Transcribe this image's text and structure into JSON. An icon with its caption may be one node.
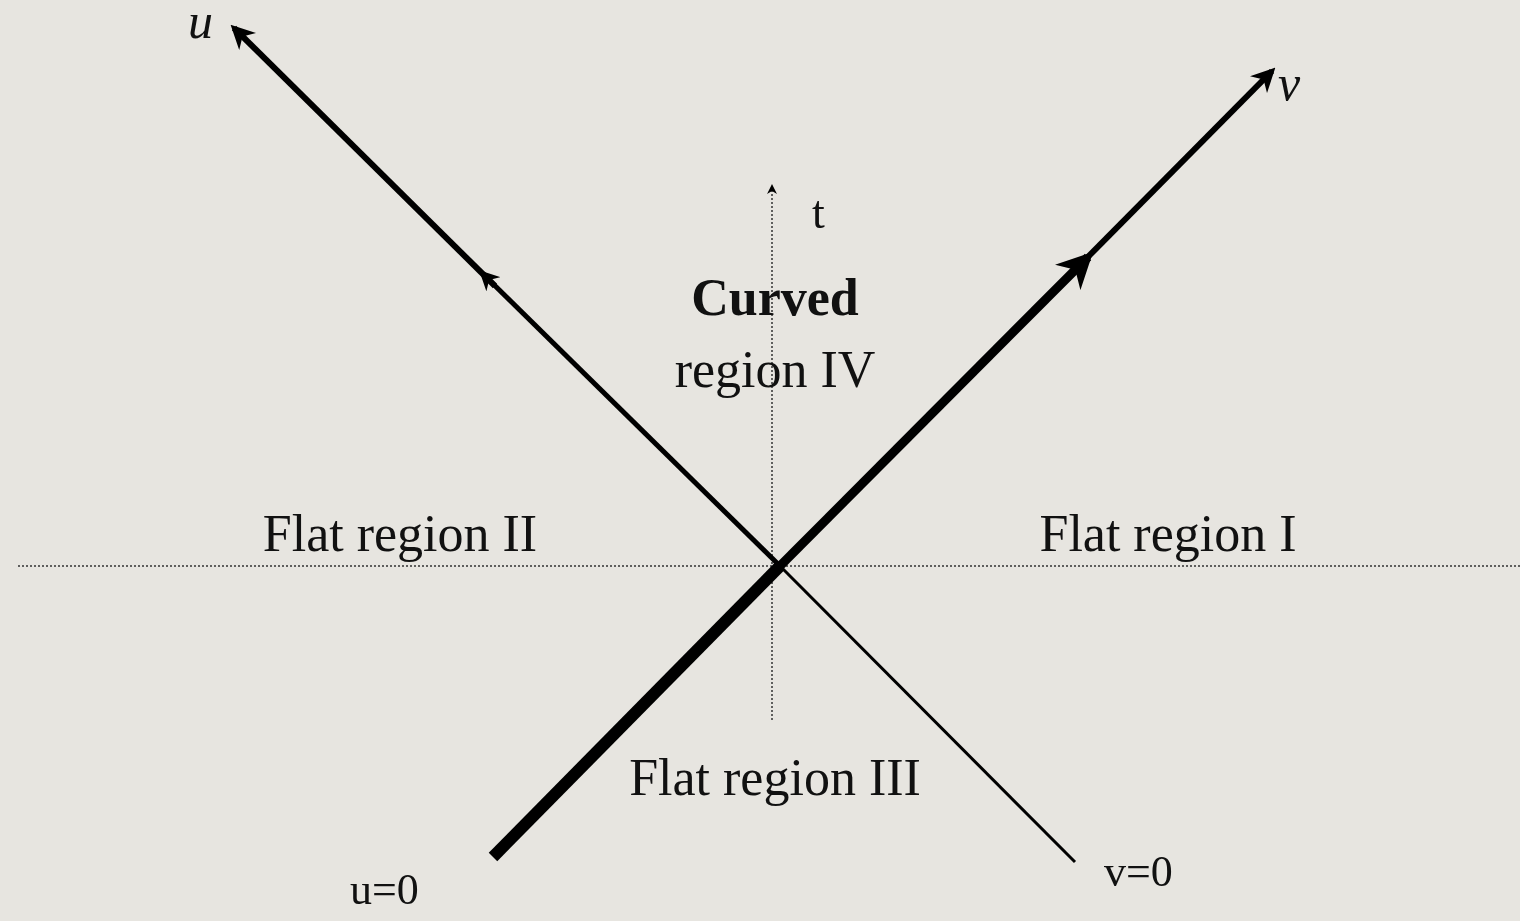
{
  "diagram": {
    "labels": [
      "u",
      "v",
      "t",
      "**Curved** region IV",
      "Flat region II",
      "Flat region I",
      "Flat region III",
      "v=0",
      "u=0"
    ]
  }
}
